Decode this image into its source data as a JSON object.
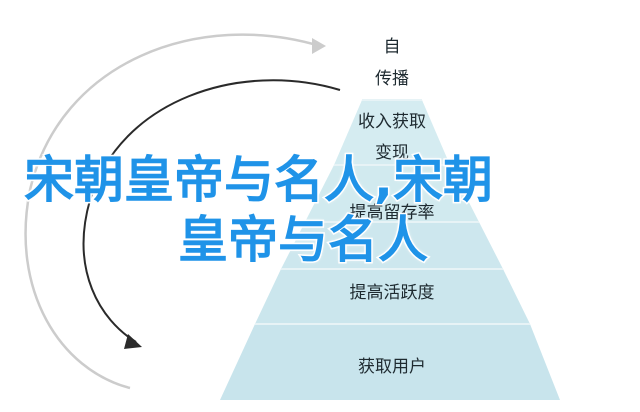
{
  "diagram": {
    "tiers": [
      {
        "label": "自"
      },
      {
        "label": "传播"
      },
      {
        "label": "收入获取"
      },
      {
        "label": "变现"
      },
      {
        "label": "提高留存率"
      },
      {
        "label": "提高活跃度"
      },
      {
        "label": "获取用户"
      }
    ],
    "colors": {
      "tier_fill": "#cfe9ef",
      "tier_stroke": "#d8ecf0",
      "arrow": "#c9c9c9",
      "arrow_dark": "#2a2a2a",
      "title": "#1f93e8"
    }
  },
  "overlay": {
    "line1": "宋朝皇帝与名人,宋朝",
    "line2": "皇帝与名人"
  }
}
